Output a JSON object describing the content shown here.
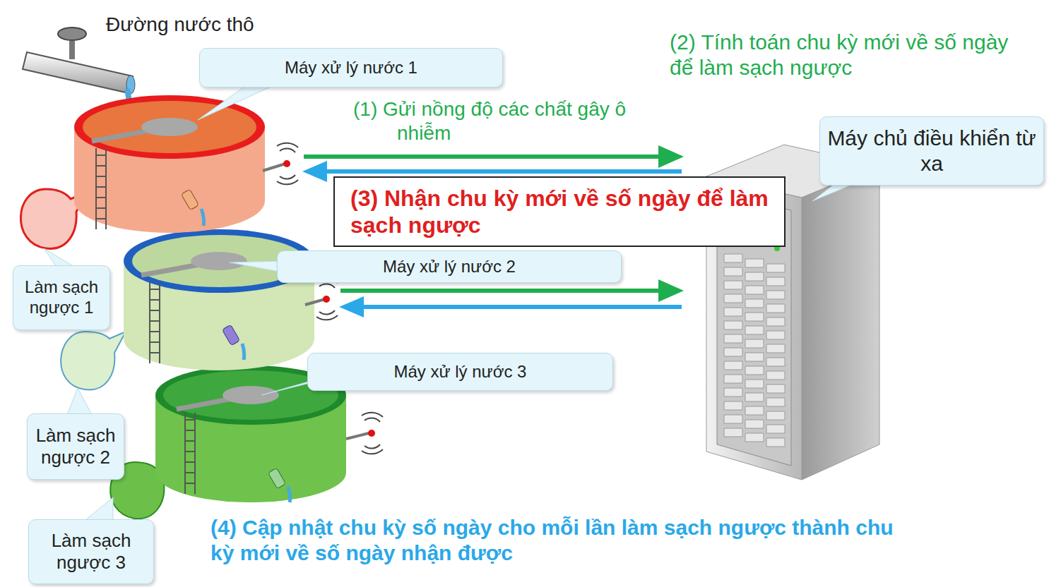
{
  "diagram": {
    "nodes": [
      {
        "text": [
          "Máy xử lý nước 1"
        ]
      },
      {
        "text": [
          "Máy chủ điều khiển từ xa"
        ]
      },
      {
        "text": [
          "(3) Nhận chu kỳ mới về số ngày để làm sạch ngược"
        ]
      },
      {
        "text": [
          "Máy xử lý nước 2"
        ]
      },
      {
        "text": [
          "Làm sạch ngược 1"
        ]
      },
      {
        "text": [
          "Máy xử lý nước 3"
        ]
      },
      {
        "text": [
          "Làm sạch ngược 2"
        ]
      },
      {
        "text": [
          "Làm sạch ngược 3"
        ]
      }
    ],
    "labels": [
      "Đường nước thô",
      "(1) Gửi nồng độ các chất gây ô nhiễm",
      "(2) Tính toán chu kỳ mới về số ngày để làm sạch ngược",
      "(4) Cập nhật chu kỳ số ngày cho mỗi lần làm sạch ngược thành chu kỳ mới về số ngày nhận được"
    ]
  }
}
